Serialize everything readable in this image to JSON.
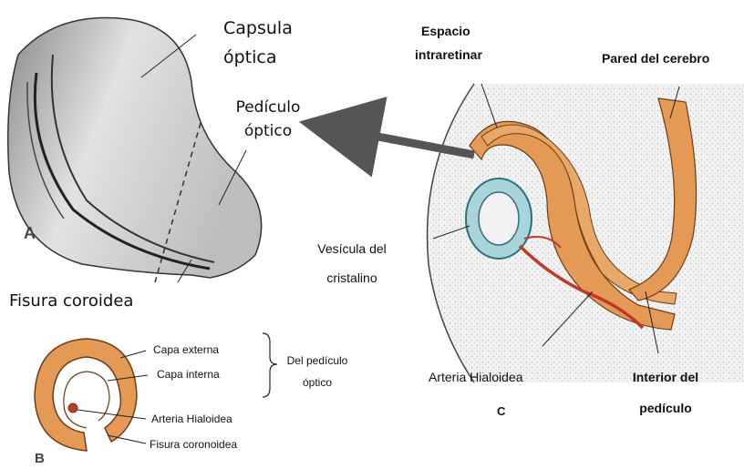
{
  "diagram": {
    "panel_a": {
      "letter": "A",
      "capsula_optica": [
        "Capsula",
        "óptica"
      ],
      "pediculo_optico": [
        "Pedículo",
        "óptico"
      ]
    },
    "panel_c": {
      "letter": "C",
      "espacio_intraretinar": [
        "Espacio",
        "intraretinar"
      ],
      "pared_del_cerebro": "Pared del cerebro",
      "vesicula_del_cristalino": [
        "Vesícula del",
        "cristalino"
      ],
      "arteria_hialoidea": "Arteria Hialoidea",
      "interior_del_pediculo": [
        "Interior del",
        "pedículo"
      ]
    },
    "panel_b": {
      "letter": "B",
      "fisura_coroidea": "Fisura coroidea",
      "capa_externa": "Capa externa",
      "capa_interna": "Capa interna",
      "del_pediculo_optico": [
        "Del pedículo",
        "óptico"
      ],
      "arteria_hialoidea": "Arteria Hialoidea",
      "fisura_coronoidea": "Fisura coronoidea"
    },
    "colors": {
      "tissue_orange": "#e49a55",
      "tissue_outline": "#6b3d18",
      "lens_blue": "#a8d4dc",
      "artery_red": "#c0392b",
      "arrow_gray": "#555555"
    }
  }
}
